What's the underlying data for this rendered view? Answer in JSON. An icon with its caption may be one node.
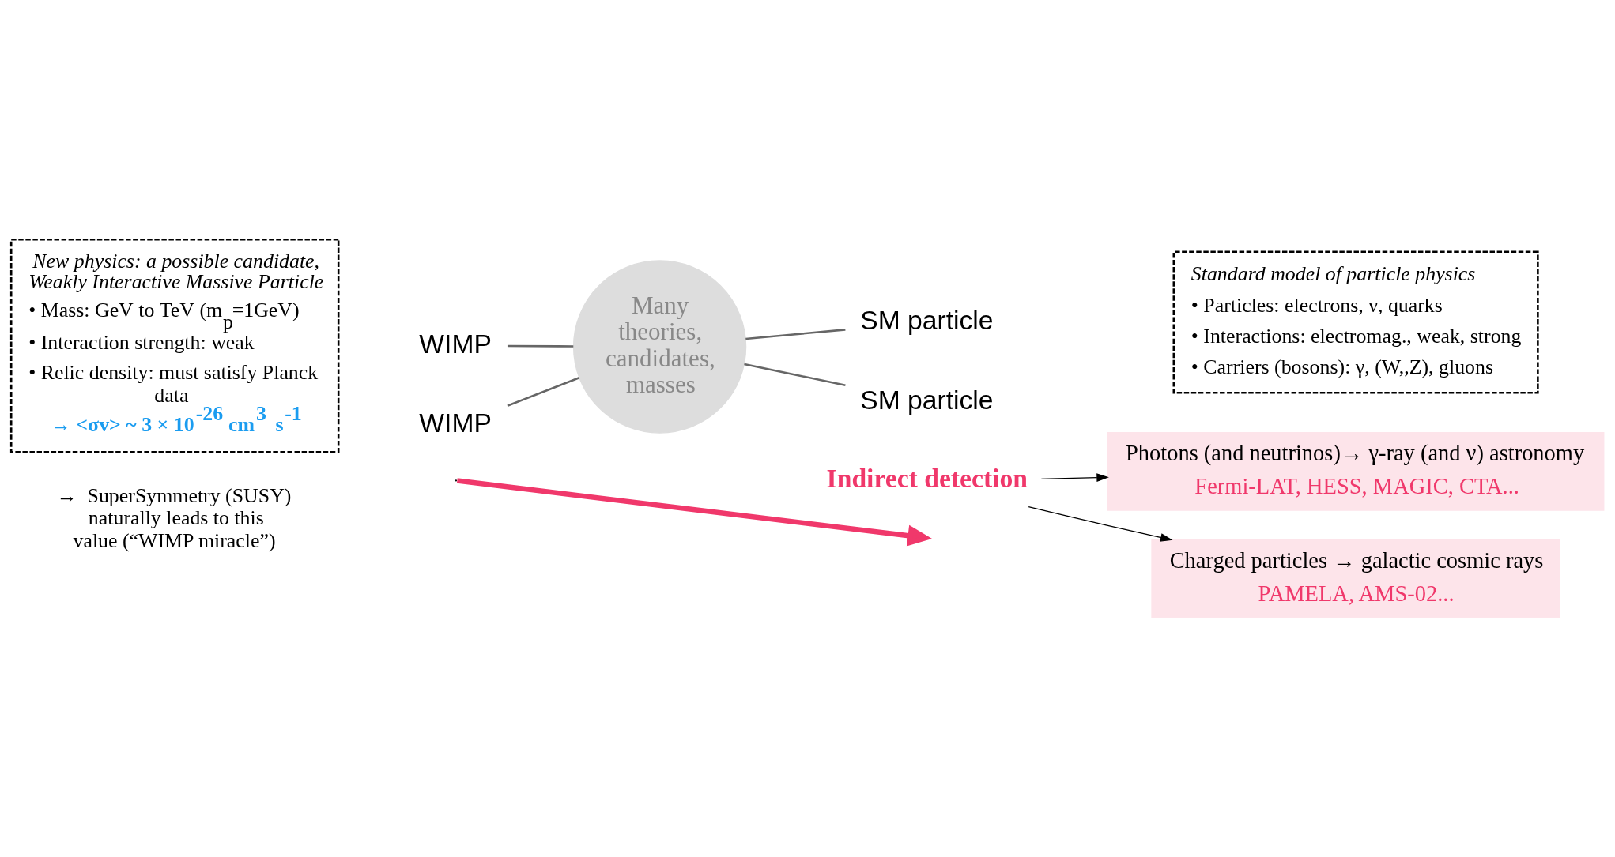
{
  "diagram": {
    "nodes": [
      {
        "text": [
          "WIMP"
        ]
      },
      {
        "text": [
          "SM particle"
        ]
      },
      {
        "text": [
          "Many theories, candidates, masses"
        ]
      },
      {
        "text": [
          "WIMP"
        ]
      },
      {
        "text": [
          "SM particle"
        ]
      },
      {
        "text": [
          "New physics: a possible candidate, Weakly Interactive Massive Particle",
          "• Mass: GeV to TeV (m$_{p}$=1GeV)",
          "• Interaction strength: weak",
          "• Relic density: must satisfy Planck data",
          "→ <σv> ~ 3 × 10$^{-26}$ cm$^{3}$ s$^{-1}$"
        ],
        "beside": [
          "→  SuperSymmetry (SUSY) naturally leads to this value (“WIMP miracle”)"
        ]
      },
      {
        "text": [
          "Standard model of particle physics",
          "• Particles: electrons, ν, quarks",
          "• Interactions: electromag., weak, strong",
          "• Carriers (bosons): γ, (W,,Z), gluons"
        ]
      },
      {
        "text": [
          "Indirect detection"
        ]
      },
      {
        "text": [
          "Photons (and neutrinos)→ γ-ray (and ν) astronomy",
          "Fermi-LAT, HESS, MAGIC, CTA..."
        ]
      },
      {
        "text": [
          "Charged particles → galactic cosmic rays",
          "PAMELA, AMS-02..."
        ]
      }
    ],
    "edges": [
      {
        "from": 0,
        "to": 2,
        "arrow": "none"
      },
      {
        "from": 2,
        "to": 1,
        "arrow": "none"
      },
      {
        "from": 3,
        "to": 2,
        "arrow": "none"
      },
      {
        "from": 2,
        "to": 4,
        "arrow": "none"
      },
      {
        "from": 7,
        "to": 8,
        "arrow": "to",
        "color": "#000000"
      },
      {
        "from": 7,
        "to": 9,
        "arrow": "to",
        "color": "#000000"
      }
    ]
  }
}
